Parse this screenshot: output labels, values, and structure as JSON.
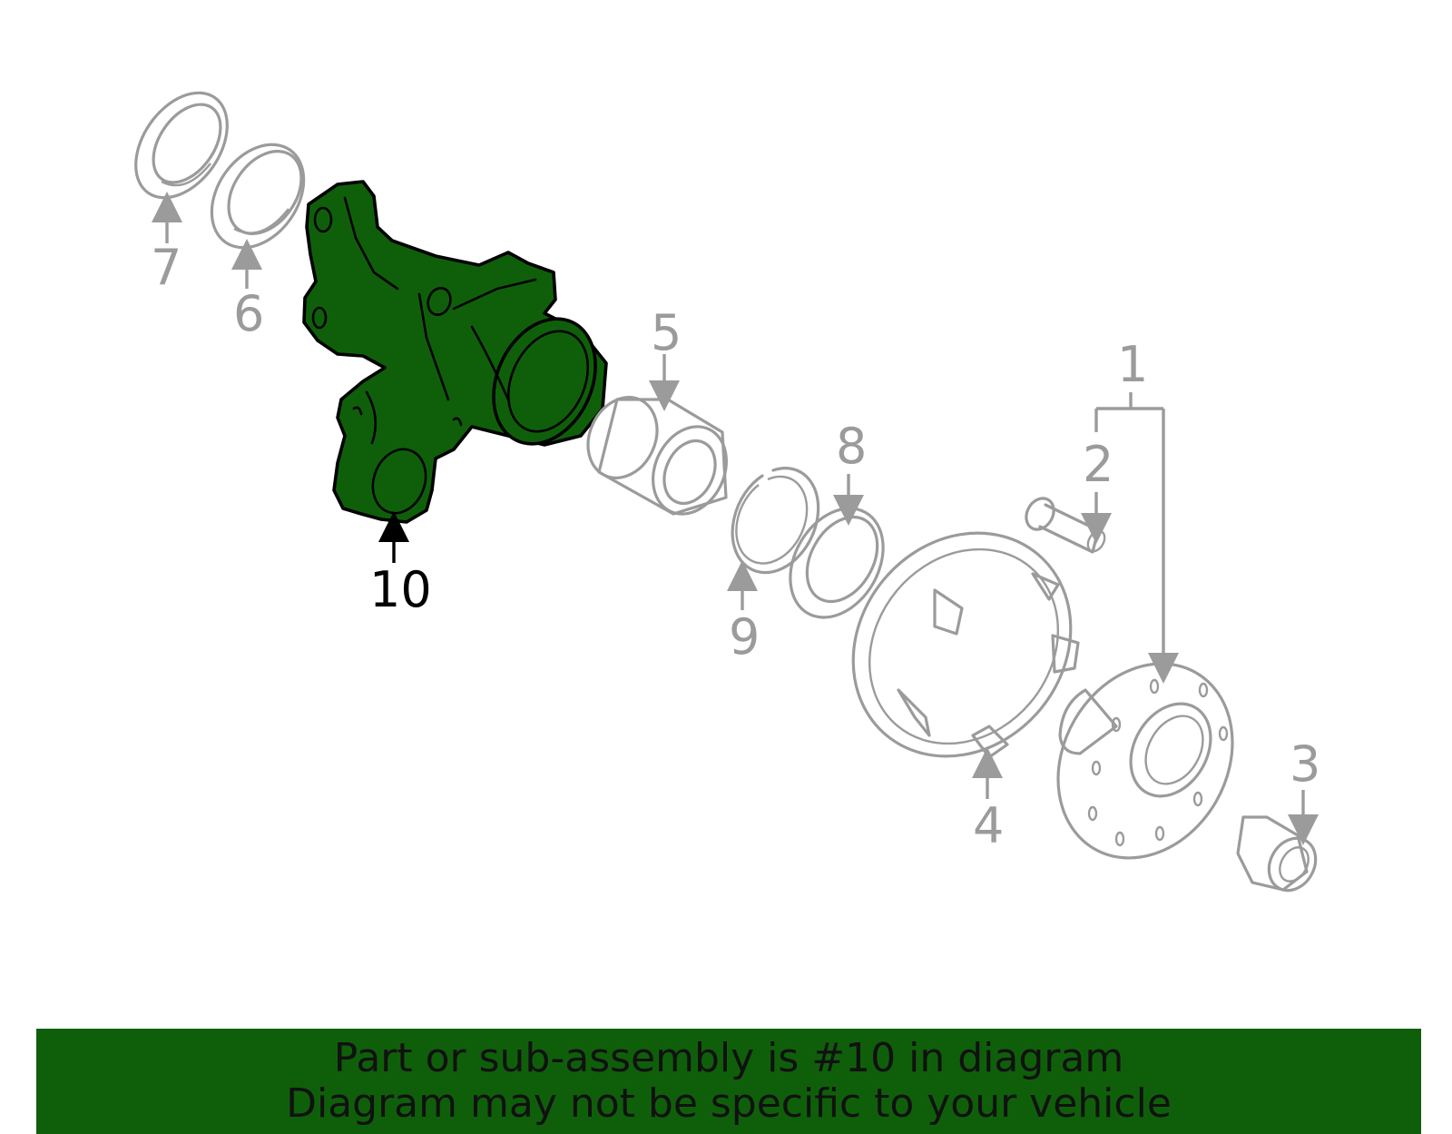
{
  "callouts": {
    "c1": "1",
    "c2": "2",
    "c3": "3",
    "c4": "4",
    "c5": "5",
    "c6": "6",
    "c7": "7",
    "c8": "8",
    "c9": "9",
    "c10": "10"
  },
  "highlight": {
    "part_number": "10",
    "color": "#0f5f0a",
    "outline": "#000000"
  },
  "colors": {
    "inactive_part": "#9b9b9b",
    "banner_bg": "#0f5f0a"
  },
  "banner": {
    "line1": "Part or sub-assembly is #10 in diagram",
    "line2": "Diagram may not be specific to your vehicle"
  }
}
